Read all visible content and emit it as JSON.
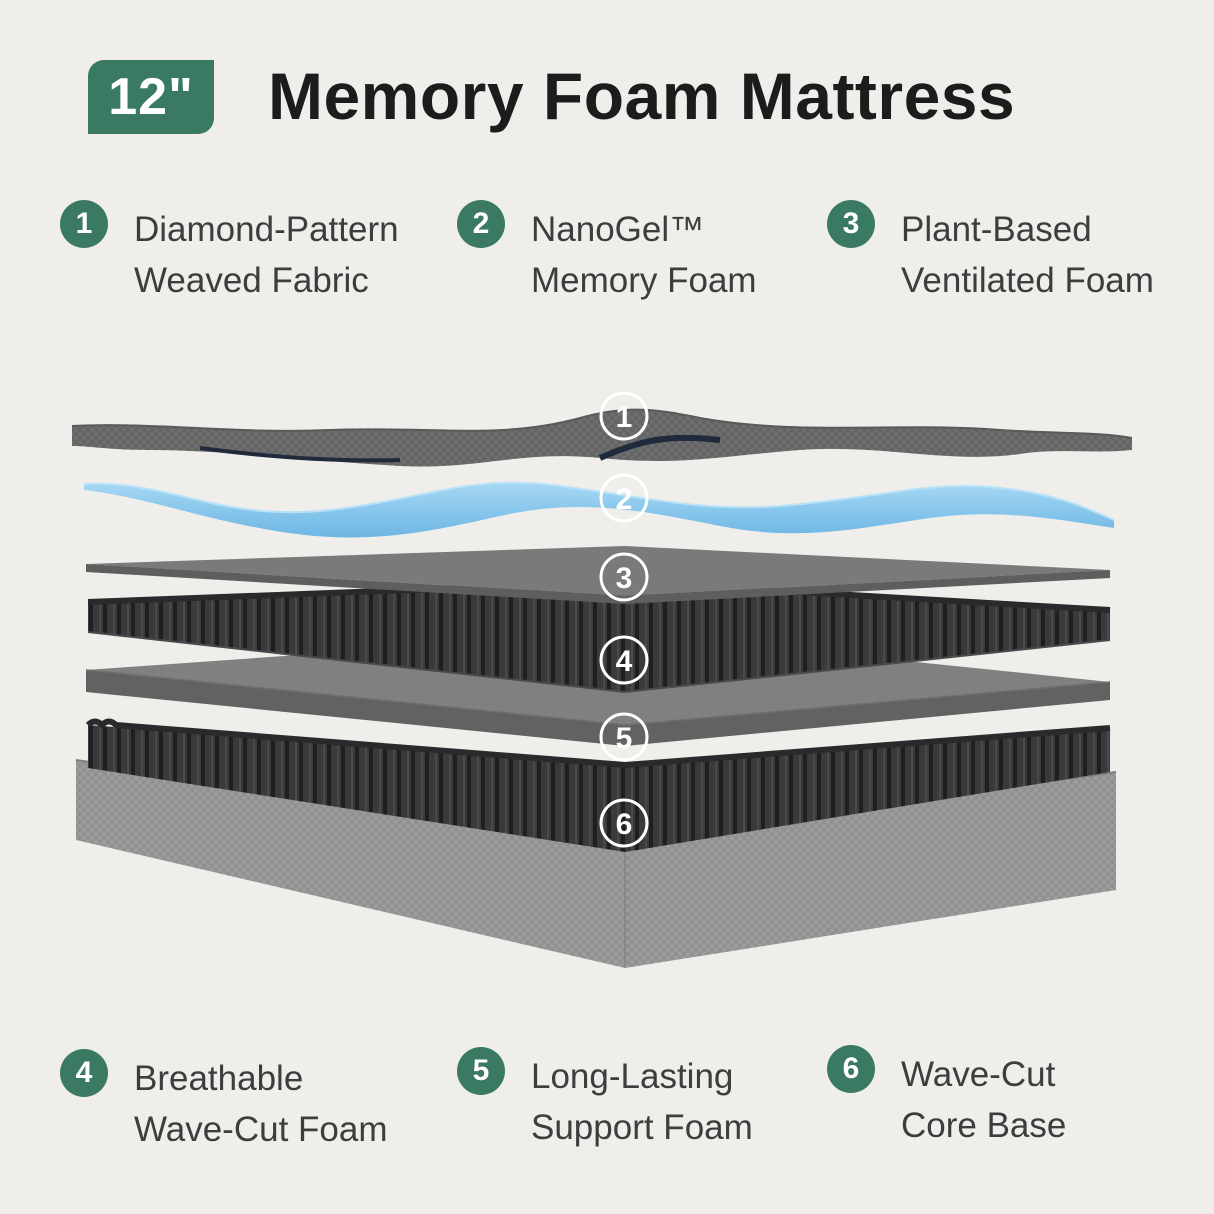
{
  "header": {
    "size_badge": "12\"",
    "title": "Memory Foam Mattress"
  },
  "colors": {
    "accent": "#3a7a62",
    "background": "#efeeeb",
    "gel_blue": "#8cc8ec",
    "foam_gray": "#707070",
    "wave_foam": "#3a3a3c",
    "cover_gray": "#9a9a9a"
  },
  "layers": [
    {
      "number": "1",
      "line1": "Diamond-Pattern",
      "line2": "Weaved Fabric"
    },
    {
      "number": "2",
      "line1": "NanoGel™",
      "line2": "Memory Foam"
    },
    {
      "number": "3",
      "line1": "Plant-Based",
      "line2": "Ventilated Foam"
    },
    {
      "number": "4",
      "line1": "Breathable",
      "line2": "Wave-Cut Foam"
    },
    {
      "number": "5",
      "line1": "Long-Lasting",
      "line2": "Support Foam"
    },
    {
      "number": "6",
      "line1": "Wave-Cut",
      "line2": "Core Base"
    }
  ]
}
